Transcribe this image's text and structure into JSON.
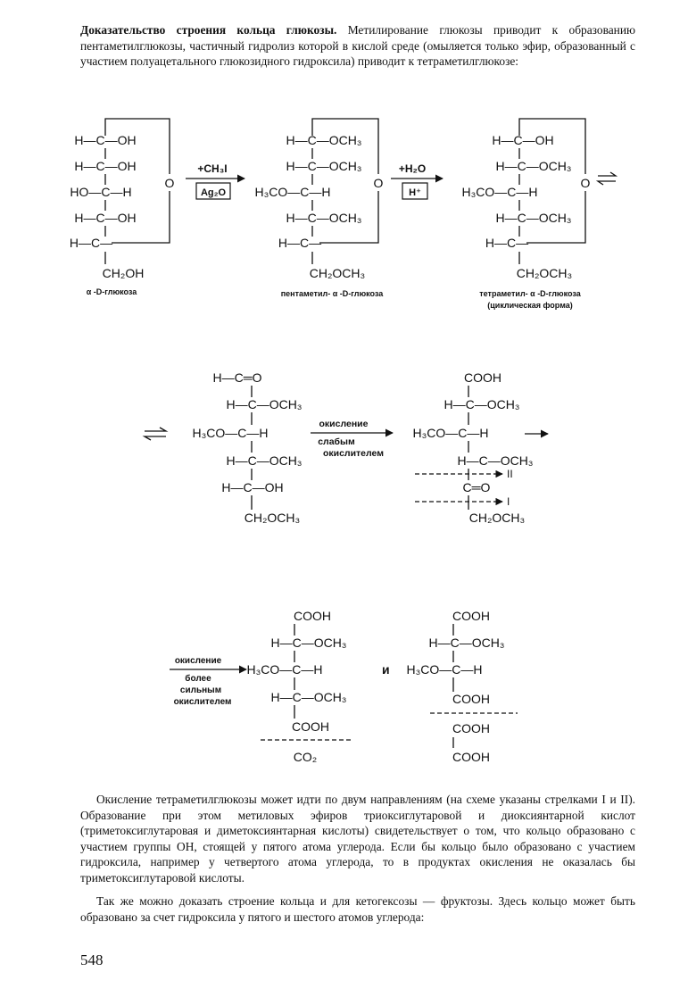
{
  "intro": {
    "heading": "Доказательство строения кольца глюкозы.",
    "text": " Метилирование глюкозы приводит к образованию пентаметилглюкозы, частичный гидролиз которой в кислой среде (омыляется только эфир, образованный с участием полуацетального глюкозидного гидроксила) приводит к тетраметилглюкозе:"
  },
  "scheme1": {
    "glucose": {
      "rows": [
        "H—C—OH",
        "H—C—OH",
        "HO—C—H",
        "H—C—OH",
        "H—C—"
      ],
      "bottom": "CH₂OH",
      "ring_o": "O",
      "caption": "α -D-глюкоза"
    },
    "step1": {
      "reagent": "+CH₃I",
      "condition": "Ag₂O"
    },
    "pentamethyl": {
      "rows": [
        "H—C—OCH₃",
        "H—C—OCH₃",
        "H₃CO—C—H",
        "H—C—OCH₃",
        "H—C—"
      ],
      "bottom": "CH₂OCH₃",
      "ring_o": "O",
      "caption": "пентаметил- α -D-глюкоза"
    },
    "step2": {
      "reagent": "+H₂O",
      "condition": "H⁺"
    },
    "tetramethyl": {
      "rows": [
        "H—C—OH",
        "H—C—OCH₃",
        "H₃CO—C—H",
        "H—C—OCH₃",
        "H—C—"
      ],
      "bottom": "CH₂OCH₃",
      "ring_o": "O",
      "caption_1": "тетраметил- α -D-глюкоза",
      "caption_2": "(циклическая форма)"
    }
  },
  "scheme2": {
    "open_form": {
      "rows": [
        "H—C═O",
        "H—C—OCH₃",
        "H₃CO—C—H",
        "H—C—OCH₃",
        "H—C—OH"
      ],
      "bottom": "CH₂OCH₃"
    },
    "step": {
      "line1": "окисление",
      "line2": "слабым",
      "line3": "окислителем"
    },
    "keto_acid": {
      "top": "COOH",
      "rows": [
        "H—C—OCH₃",
        "H₃CO—C—H",
        "H—C—OCH₃",
        "C═O"
      ],
      "bottom": "CH₂OCH₃",
      "cut_2": "II",
      "cut_1": "I"
    }
  },
  "scheme3": {
    "step": {
      "line1": "окисление",
      "line2": "более",
      "line3": "сильным",
      "line4": "окислителем"
    },
    "trimethoxyglutaric": {
      "top": "COOH",
      "rows": [
        "H—C—OCH₃",
        "H₃CO—C—H",
        "H—C—OCH₃"
      ],
      "bottom": "COOH",
      "byproduct": "CO₂"
    },
    "and_word": "и",
    "dimethoxysuccinic": {
      "top": "COOH",
      "rows": [
        "H—C—OCH₃",
        "H₃CO—C—H"
      ],
      "bottom": "COOH",
      "oxalic_top": "COOH",
      "oxalic_bottom": "COOH"
    }
  },
  "para2": "Окисление тетраметилглюкозы может идти по двум направлениям (на схеме указаны стрелками I и II). Образование при этом метиловых эфиров триоксиглутаровой и диоксиянтарной кислот (триметоксиглутаровая и диметоксиянтарная кислоты) свидетельствует о том, что кольцо образовано с участием группы OH, стоящей у пятого атома углерода. Если бы кольцо было образовано с участием гидроксила, например у четвертого атома углерода, то в продуктах окисления не оказалась бы триметоксиглутаровой кислоты.",
  "para3": "Так же можно доказать строение кольца и для кетогексозы — фруктозы. Здесь кольцо может быть образовано за счет гидроксила у пятого и шестого атомов углерода:",
  "page_number": "548"
}
